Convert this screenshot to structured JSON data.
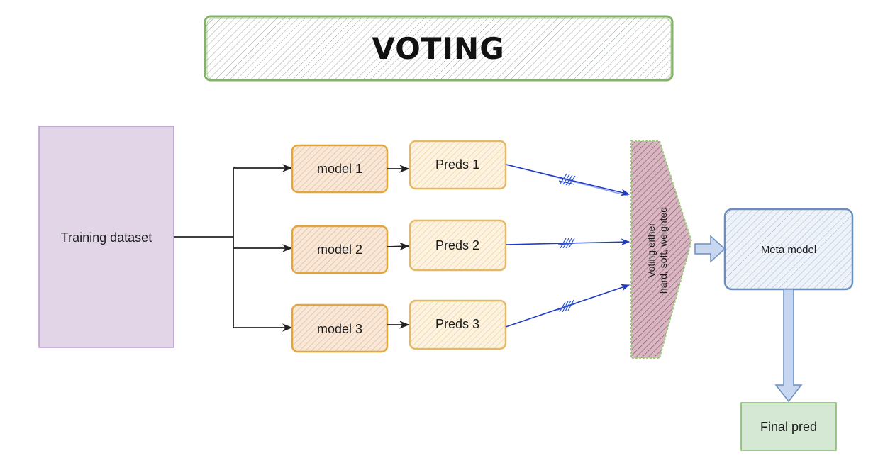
{
  "title": "VOTING",
  "nodes": {
    "training_dataset": "Training dataset",
    "models": [
      "model 1",
      "model 2",
      "model 3"
    ],
    "preds": [
      "Preds 1",
      "Preds 2",
      "Preds 3"
    ],
    "voting_line1": "Voting either",
    "voting_line2": "hard, soft, weighted",
    "meta_model": "Meta model",
    "final_pred": "Final pred"
  },
  "colors": {
    "title_fill": "#dbe9d3",
    "title_stroke": "#82b366",
    "training_fill": "#e1d5e7",
    "training_stroke": "#b99ad0",
    "model_fill": "#f7d9bf",
    "model_stroke": "#e2a63b",
    "preds_fill": "#fbe9c8",
    "preds_stroke": "#e5b964",
    "voting_fill": "#b88a9b",
    "voting_stroke": "#97d077",
    "meta_fill": "#dae3f3",
    "meta_stroke": "#6c8ebf",
    "final_fill": "#d5e8d4",
    "final_stroke": "#82b366",
    "blue_arrow": "#1f3bc4"
  }
}
